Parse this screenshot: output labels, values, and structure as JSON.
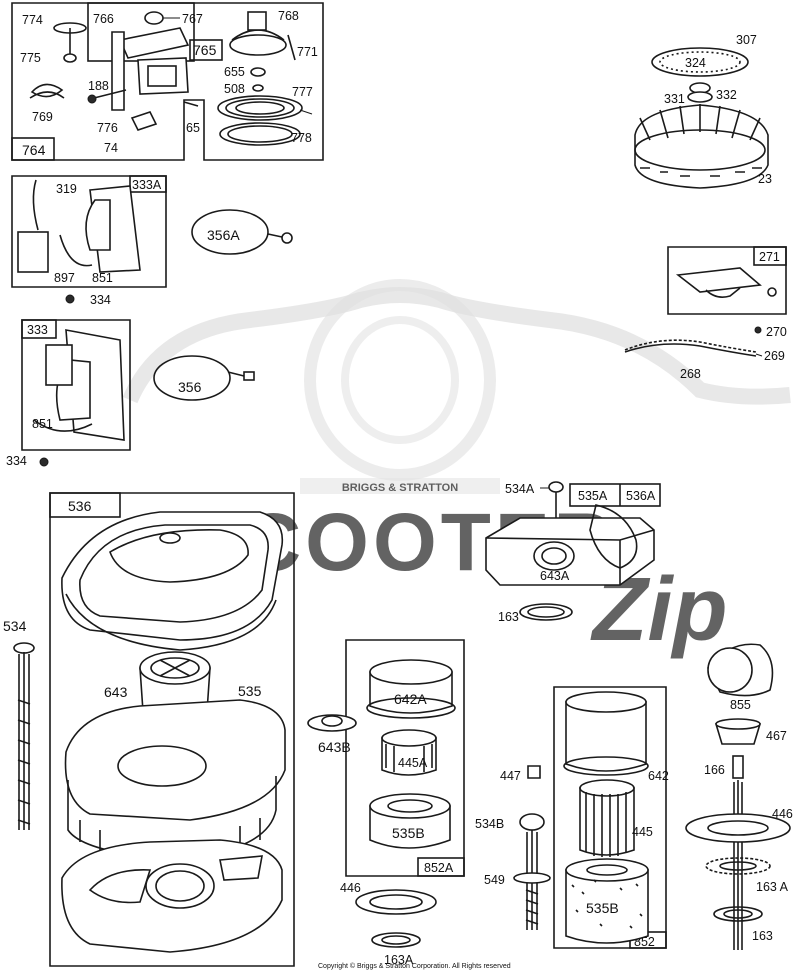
{
  "diagram": {
    "watermark": {
      "brand": "BRIGGS & STRATTON",
      "logo": "SCOOTER",
      "script": "Zip"
    },
    "copyright": "Copyright © Briggs & Stratton Corporation. All Rights reserved",
    "boxes": {
      "b764": "764",
      "b765": "765",
      "b333A": "333A",
      "b333": "333",
      "b271": "271",
      "b536": "536",
      "b536A": "536A",
      "b852A": "852A",
      "b852": "852"
    },
    "labels": {
      "l774": "774",
      "l775": "775",
      "l769": "769",
      "l766": "766",
      "l767": "767",
      "l768": "768",
      "l771": "771",
      "l655": "655",
      "l508": "508",
      "l777": "777",
      "l778": "778",
      "l188": "188",
      "l776": "776",
      "l74": "74",
      "l65": "65",
      "l307": "307",
      "l324": "324",
      "l331": "331",
      "l332": "332",
      "l23": "23",
      "l319": "319",
      "l897": "897",
      "l851a": "851",
      "l334a": "334",
      "l356A": "356A",
      "l270": "270",
      "l269": "269",
      "l268": "268",
      "l356": "356",
      "l851b": "851",
      "l334b": "334",
      "l534A": "534A",
      "l535A": "535A",
      "l643A": "643A",
      "l163a": "163",
      "l534": "534",
      "l643": "643",
      "l535": "535",
      "l643B": "643B",
      "l642A": "642A",
      "l445A": "445A",
      "l535Bs": "535B",
      "l446a": "446",
      "l163Aa": "163A",
      "l447": "447",
      "l534B": "534B",
      "l549": "549",
      "l642": "642",
      "l445": "445",
      "l535Bl": "535B",
      "l855": "855",
      "l467": "467",
      "l166": "166",
      "l446b": "446",
      "l163Ab": "163 A",
      "l163b": "163"
    }
  }
}
